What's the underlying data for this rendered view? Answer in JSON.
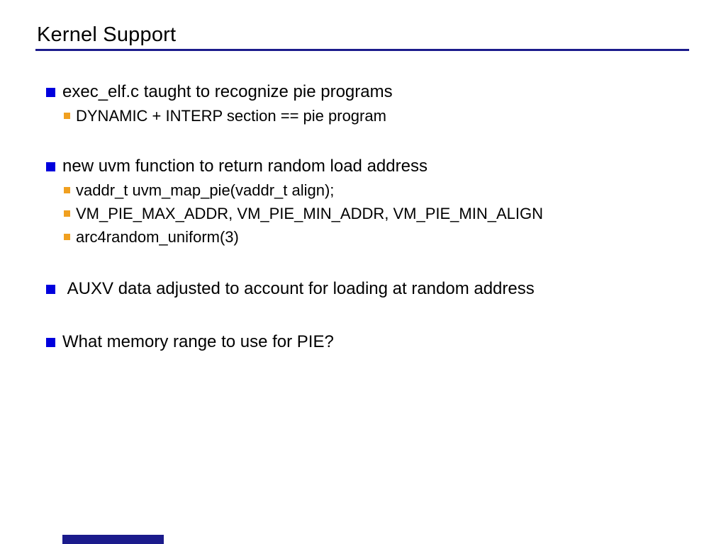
{
  "slide": {
    "title": "Kernel Support",
    "colors": {
      "background": "#FFFFFF",
      "text": "#000000",
      "title_underline": "#1B1B8C",
      "bullet_level1": "#0000DD",
      "bullet_level2": "#F0A020",
      "progress_bar": "#1B1B8C"
    },
    "bullets": [
      {
        "level": 1,
        "text": "exec_elf.c taught to recognize pie programs"
      },
      {
        "level": 2,
        "text": "DYNAMIC + INTERP section == pie program"
      },
      {
        "level": 1,
        "text": "new uvm function to return random load address"
      },
      {
        "level": 2,
        "text": "vaddr_t uvm_map_pie(vaddr_t align);"
      },
      {
        "level": 2,
        "text": "VM_PIE_MAX_ADDR, VM_PIE_MIN_ADDR, VM_PIE_MIN_ALIGN"
      },
      {
        "level": 2,
        "text": "arc4random_uniform(3)"
      },
      {
        "level": 1,
        "text": " AUXV data adjusted to account for loading at random address"
      },
      {
        "level": 1,
        "text": "What memory range to use for PIE?"
      }
    ]
  }
}
